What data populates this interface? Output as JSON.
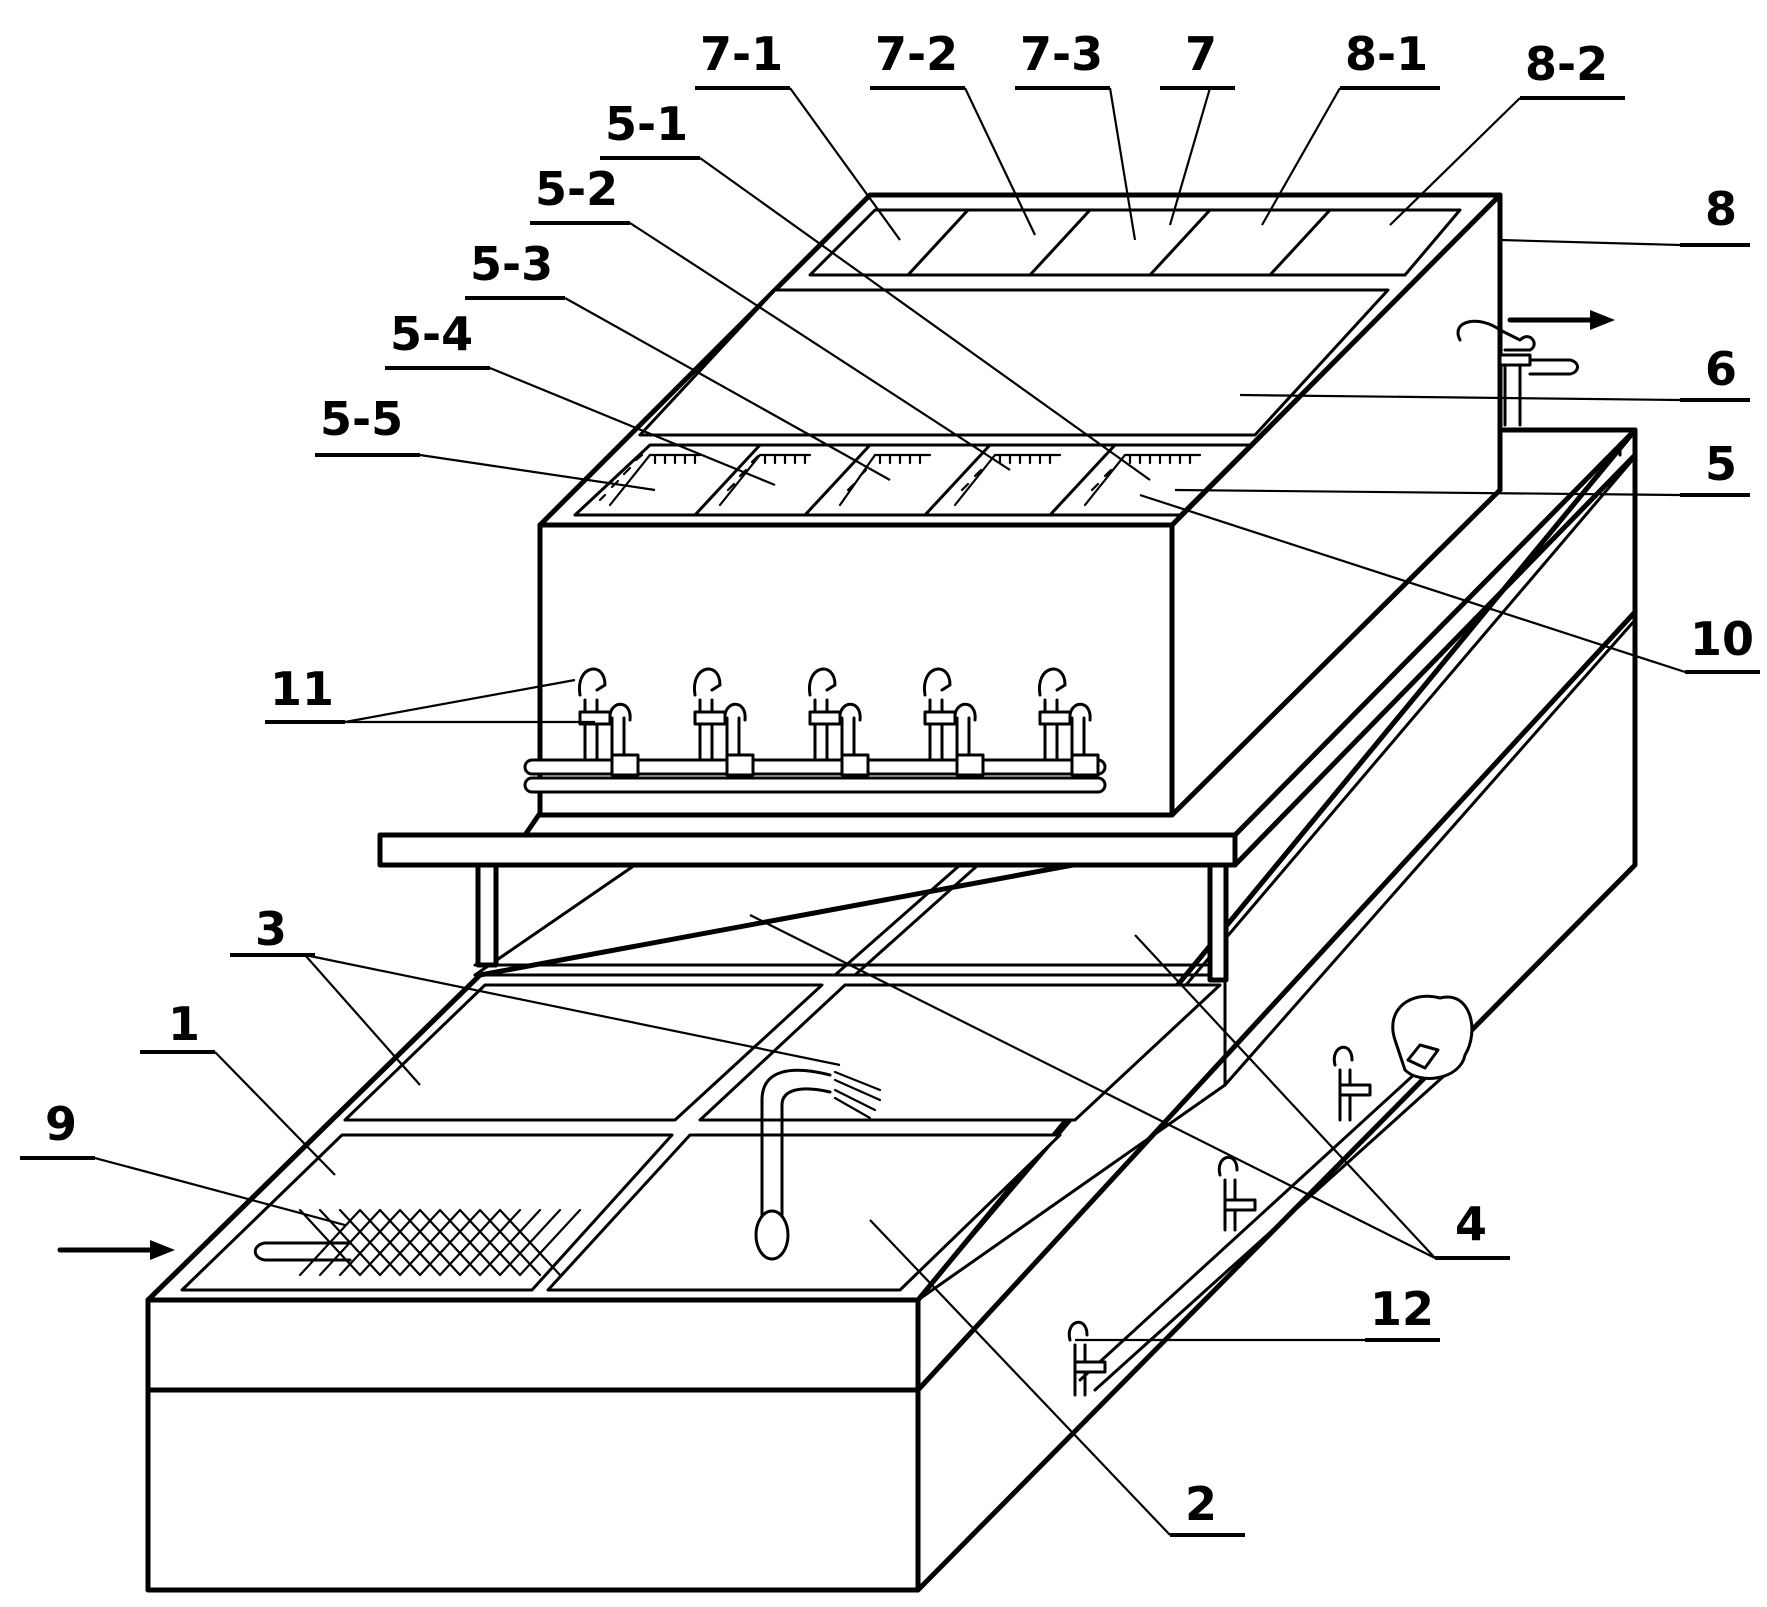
{
  "labels": {
    "l7_1": "7-1",
    "l7_2": "7-2",
    "l7_3": "7-3",
    "l7": "7",
    "l8_1": "8-1",
    "l8_2": "8-2",
    "l8": "8",
    "l5_1": "5-1",
    "l5_2": "5-2",
    "l5_3": "5-3",
    "l5_4": "5-4",
    "l5_5": "5-5",
    "l6": "6",
    "l5": "5",
    "l10": "10",
    "l11": "11",
    "l3": "3",
    "l1": "1",
    "l9": "9",
    "l4": "4",
    "l12": "12",
    "l2": "2"
  },
  "colors": {
    "ink": "#000000",
    "paper": "#ffffff"
  }
}
